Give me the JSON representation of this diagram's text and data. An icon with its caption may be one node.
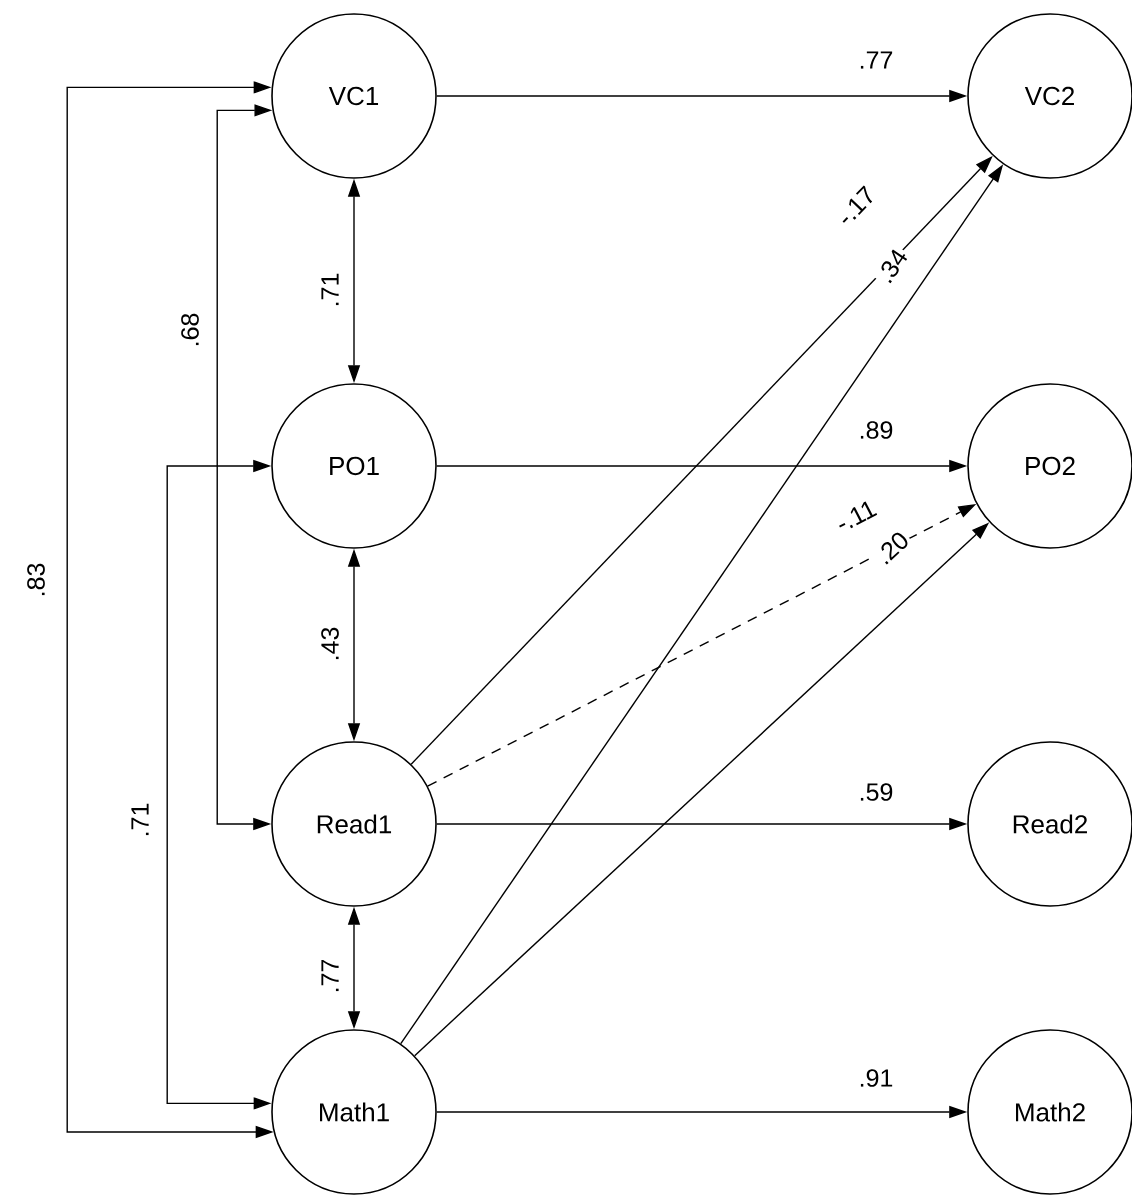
{
  "diagram": {
    "nodes": [
      {
        "text": [
          "VC1"
        ]
      },
      {
        "text": [
          "VC2"
        ]
      },
      {
        "text": [
          "PO1"
        ]
      },
      {
        "text": [
          "PO2"
        ]
      },
      {
        "text": [
          "Read1"
        ]
      },
      {
        "text": [
          "Read2"
        ]
      },
      {
        "text": [
          "Math1"
        ]
      },
      {
        "text": [
          "Math2"
        ]
      }
    ],
    "edges": [
      {
        "from": 0,
        "to": 1,
        "arrow": "to",
        "label": ".77"
      },
      {
        "from": 4,
        "to": 1,
        "arrow": "to",
        "label": "-.17"
      },
      {
        "from": 6,
        "to": 1,
        "arrow": "to",
        "label": ".34"
      },
      {
        "from": 2,
        "to": 3,
        "arrow": "to",
        "label": ".89"
      },
      {
        "from": 4,
        "to": 3,
        "arrow": "to",
        "label": "-.11",
        "style": "dashed"
      },
      {
        "from": 6,
        "to": 3,
        "arrow": "to",
        "label": ".20"
      },
      {
        "from": 4,
        "to": 5,
        "arrow": "to",
        "label": ".59"
      },
      {
        "from": 6,
        "to": 7,
        "arrow": "to",
        "label": ".91"
      },
      {
        "from": 0,
        "to": 2,
        "arrow": "both",
        "label": ".71"
      },
      {
        "from": 2,
        "to": 4,
        "arrow": "both",
        "label": ".43"
      },
      {
        "from": 4,
        "to": 6,
        "arrow": "both",
        "label": ".77"
      },
      {
        "from": 0,
        "to": 4,
        "arrow": "both",
        "label": ".68"
      },
      {
        "from": 2,
        "to": 6,
        "arrow": "both",
        "label": ".71"
      },
      {
        "from": 0,
        "to": 6,
        "arrow": "both",
        "label": ".83"
      }
    ]
  }
}
